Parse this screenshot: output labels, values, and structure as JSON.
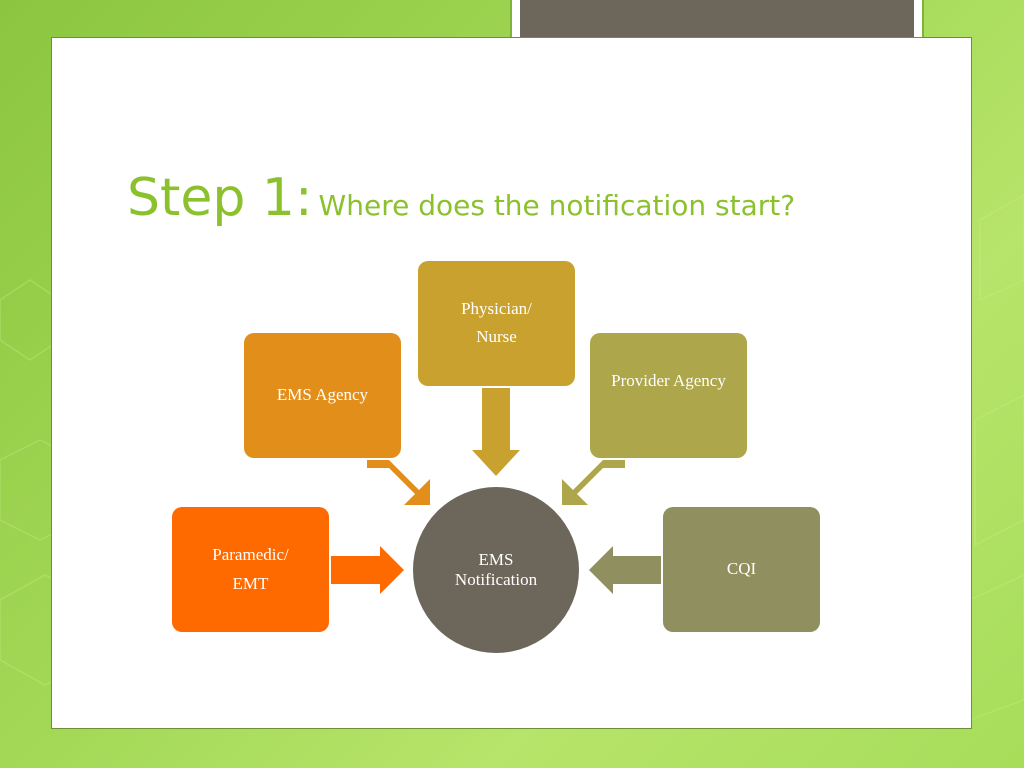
{
  "title": {
    "main": "Step 1:",
    "sub": "Where does the notification start?"
  },
  "diagram": {
    "center": {
      "line1": "EMS",
      "line2": "Notification",
      "color": "#6d665a"
    },
    "nodes": [
      {
        "id": "paramedic",
        "line1": "Paramedic/",
        "line2": "EMT",
        "color": "#ff6a00"
      },
      {
        "id": "ems-agency",
        "line1": "EMS Agency",
        "line2": "",
        "color": "#e28e1b"
      },
      {
        "id": "physician",
        "line1": "Physician/",
        "line2": "Nurse",
        "color": "#c9a12f"
      },
      {
        "id": "provider-agency",
        "line1": "Provider Agency",
        "line2": "",
        "color": "#ada64b"
      },
      {
        "id": "cqi",
        "line1": "CQI",
        "line2": "",
        "color": "#8f8f5f"
      }
    ]
  },
  "colors": {
    "background": "#a4d957",
    "title": "#8cc12e",
    "tab": "#6d665a"
  }
}
